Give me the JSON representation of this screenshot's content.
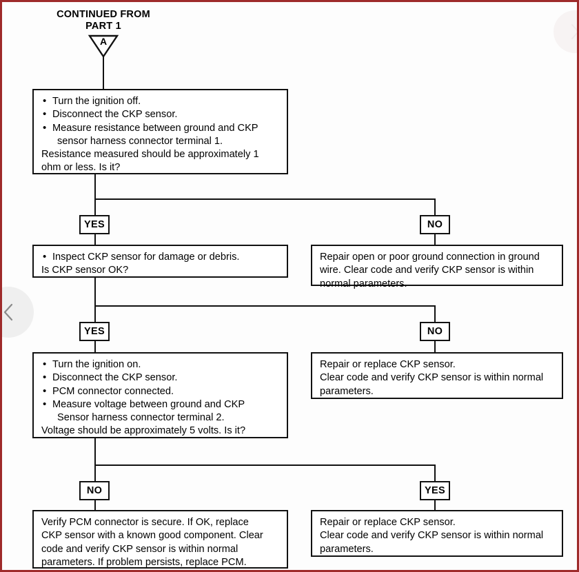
{
  "page": {
    "border_color": "#9e2b2b",
    "background": "#fdfdfd"
  },
  "header": {
    "caption": "CONTINUED FROM\nPART  1",
    "connector_label": "A"
  },
  "nav": {
    "prev_icon": "chevron-left-icon",
    "next_icon": "chevron-right-icon"
  },
  "flow": {
    "steps": [
      {
        "id": "step1",
        "bullets": [
          "Turn the ignition off.",
          "Disconnect the CKP sensor.",
          "Measure resistance between ground and CKP"
        ],
        "bullet3_cont": "sensor harness connector terminal 1.",
        "question_line1": "Resistance measured should be approximately 1",
        "question_line2": "ohm or less. Is it?"
      },
      {
        "id": "step2",
        "bullet": "Inspect CKP sensor for damage or debris.",
        "question": "Is CKP sensor OK?"
      },
      {
        "id": "step3",
        "bullets": [
          "Turn the ignition on.",
          "Disconnect the CKP sensor.",
          "PCM connector connected.",
          "Measure voltage between ground and CKP"
        ],
        "bullet4_cont": "Sensor harness connector terminal 2.",
        "question": "Voltage should be approximately 5 volts. Is it?"
      }
    ],
    "outcomes": [
      {
        "id": "outcome1",
        "line1": "Repair open or poor ground connection in ground",
        "line2": "wire. Clear code and verify CKP sensor is within",
        "line3": "normal parameters."
      },
      {
        "id": "outcome2",
        "line1": "Repair or replace CKP sensor.",
        "line2": "Clear code and verify CKP sensor is within normal",
        "line3": "parameters."
      },
      {
        "id": "outcome3",
        "line1": "Verify PCM connector is secure. If OK, replace",
        "line2": "CKP sensor with a known good component. Clear",
        "line3": "code and verify CKP sensor is within normal",
        "line4": "parameters.  If problem persists, replace PCM."
      },
      {
        "id": "outcome4",
        "line1": "Repair or replace CKP sensor.",
        "line2": "Clear code and verify CKP sensor is within normal",
        "line3": "parameters."
      }
    ],
    "branches": {
      "row1_left": "YES",
      "row1_right": "NO",
      "row2_left": "YES",
      "row2_right": "NO",
      "row3_left": "NO",
      "row3_right": "YES"
    }
  }
}
